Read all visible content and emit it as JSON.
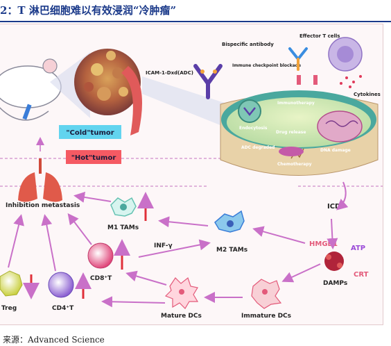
{
  "heading": {
    "text": "2：T 淋巴细胞难以有效浸润“冷肿瘤”"
  },
  "source": {
    "text": "来源：Advanced Science"
  },
  "labels": {
    "cold_tumor": "\"Cold\"tumor",
    "hot_tumor": "\"Hot\"tumor",
    "icam": "ICAM-1-Dxd(ADC)",
    "bispecific": "Bispecific antibody",
    "effector_t": "Effector T cells",
    "checkpoint": "Immune checkpoint blockade",
    "cytokines": "Cytokines",
    "immunotherapy": "Immunotherapy",
    "endocytosis": "Endocytosis",
    "drug_release": "Drug release",
    "adc_degraded": "ADC degraded",
    "dna_damage": "DNA damage",
    "chemotherapy": "Chemotherapy",
    "icd": "ICD",
    "inhibition": "Inhibition metastasis",
    "m1": "M1 TAMs",
    "m2": "M2 TAMs",
    "infg": "INF-γ",
    "cd8": "CD8⁺T",
    "cd4": "CD4⁺T",
    "treg": "Treg",
    "mature": "Mature DCs",
    "immature": "Immature DCs",
    "hmgb1": "HMGB1",
    "atp": "ATP",
    "crt": "CRT",
    "damps": "DAMPs"
  },
  "colors": {
    "heading": "#1b3a8a",
    "arrow": "#c970c8",
    "up_arrow": "#e0303a",
    "cold_box": "#62d4ef",
    "hot_box": "#f55a63",
    "cell_membrane": "#4aa89e",
    "cell_inner": "#cfe8b2"
  }
}
